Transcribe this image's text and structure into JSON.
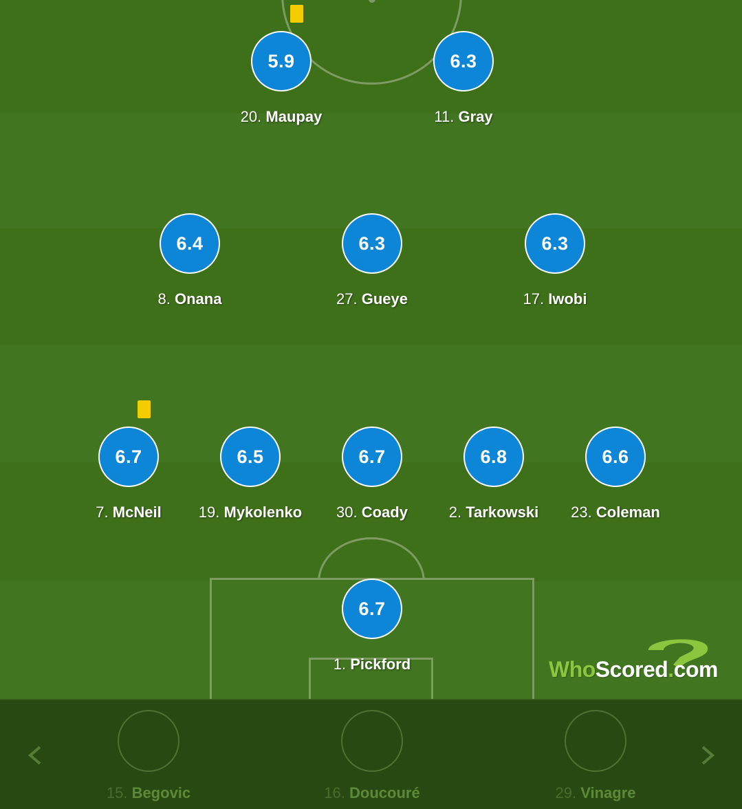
{
  "pitch": {
    "players": [
      {
        "number": "20.",
        "name": "Maupay",
        "rating": "5.9",
        "yellow_card": true
      },
      {
        "number": "11.",
        "name": "Gray",
        "rating": "6.3",
        "yellow_card": false
      },
      {
        "number": "8.",
        "name": "Onana",
        "rating": "6.4",
        "yellow_card": false
      },
      {
        "number": "27.",
        "name": "Gueye",
        "rating": "6.3",
        "yellow_card": false
      },
      {
        "number": "17.",
        "name": "Iwobi",
        "rating": "6.3",
        "yellow_card": false
      },
      {
        "number": "7.",
        "name": "McNeil",
        "rating": "6.7",
        "yellow_card": true
      },
      {
        "number": "19.",
        "name": "Mykolenko",
        "rating": "6.5",
        "yellow_card": false
      },
      {
        "number": "30.",
        "name": "Coady",
        "rating": "6.7",
        "yellow_card": false
      },
      {
        "number": "2.",
        "name": "Tarkowski",
        "rating": "6.8",
        "yellow_card": false
      },
      {
        "number": "23.",
        "name": "Coleman",
        "rating": "6.6",
        "yellow_card": false
      },
      {
        "number": "1.",
        "name": "Pickford",
        "rating": "6.7",
        "yellow_card": false
      }
    ]
  },
  "logo": {
    "who": "Who",
    "scored": "Scored",
    "dot": ".",
    "com": "com"
  },
  "bench": {
    "prev_icon": "chevron-left-icon",
    "next_icon": "chevron-right-icon",
    "subs": [
      {
        "number": "15.",
        "name": "Begovic"
      },
      {
        "number": "16.",
        "name": "Doucouré"
      },
      {
        "number": "29.",
        "name": "Vinagre"
      }
    ]
  },
  "colors": {
    "rating_bubble": "#0e86d8",
    "yellow_card": "#f3cd00",
    "pitch_light": "#417520",
    "pitch_dark": "#3e7019",
    "bench_bg": "#284a12",
    "logo_green": "#8cc63f"
  }
}
